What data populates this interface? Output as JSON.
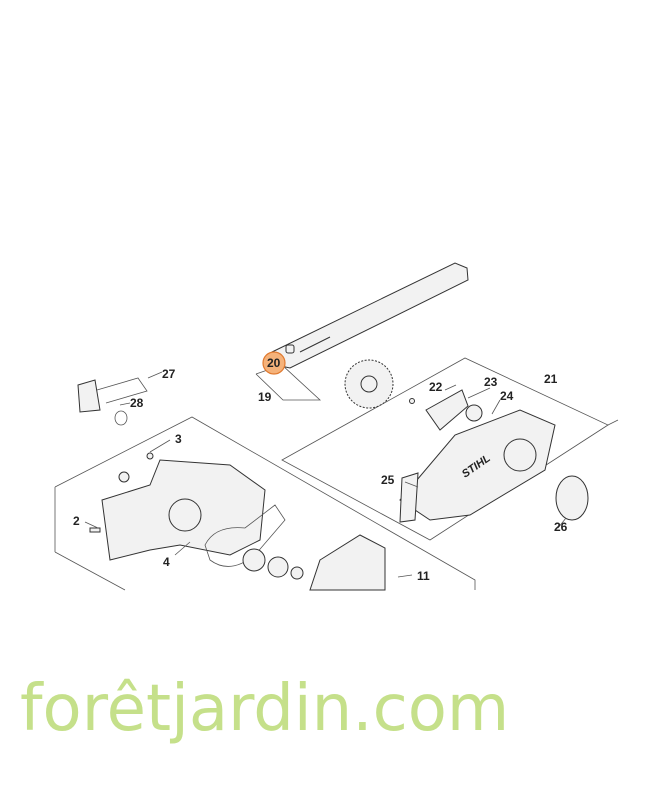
{
  "diagram": {
    "highlight_color": "#f5b27a",
    "callouts": [
      {
        "id": "27",
        "text": "27"
      },
      {
        "id": "28",
        "text": "28"
      },
      {
        "id": "3",
        "text": "3"
      },
      {
        "id": "2",
        "text": "2"
      },
      {
        "id": "4",
        "text": "4"
      },
      {
        "id": "20",
        "text": "20",
        "highlighted": true
      },
      {
        "id": "19",
        "text": "19"
      },
      {
        "id": "22",
        "text": "22"
      },
      {
        "id": "23",
        "text": "23"
      },
      {
        "id": "24",
        "text": "24"
      },
      {
        "id": "21",
        "text": "21"
      },
      {
        "id": "25",
        "text": "25"
      },
      {
        "id": "26",
        "text": "26"
      },
      {
        "id": "11",
        "text": "11"
      }
    ],
    "brand_on_cover": "STIHL"
  },
  "watermark": {
    "text": "forêtjardin.com",
    "color": "#c5e08a"
  }
}
